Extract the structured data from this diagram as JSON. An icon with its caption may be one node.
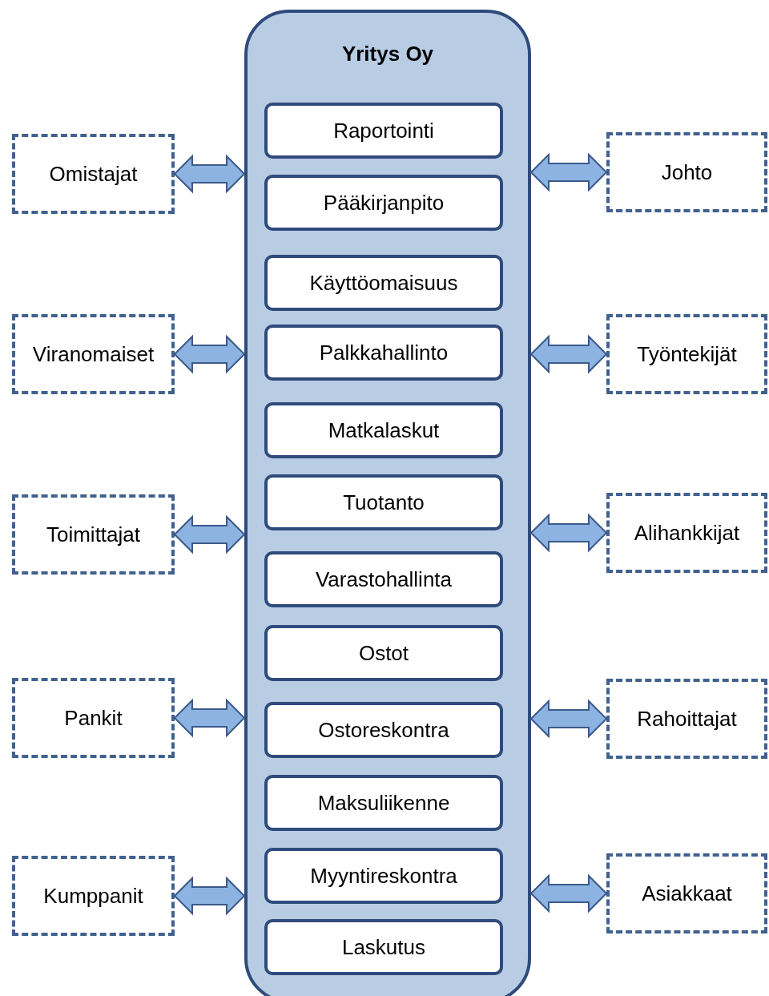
{
  "diagram": {
    "nodes": [
      {
        "text": [
          "Yritys Oy"
        ]
      },
      {
        "text": [
          "Raportointi"
        ],
        "in": 0
      },
      {
        "text": [
          "Pääkirjanpito"
        ],
        "in": 0
      },
      {
        "text": [
          "Käyttöomaisuus"
        ],
        "in": 0
      },
      {
        "text": [
          "Palkkahallinto"
        ],
        "in": 0
      },
      {
        "text": [
          "Matkalaskut"
        ],
        "in": 0
      },
      {
        "text": [
          "Tuotanto"
        ],
        "in": 0
      },
      {
        "text": [
          "Varastohallinta"
        ],
        "in": 0
      },
      {
        "text": [
          "Ostot"
        ],
        "in": 0
      },
      {
        "text": [
          "Ostoreskontra"
        ],
        "in": 0
      },
      {
        "text": [
          "Maksuliikenne"
        ],
        "in": 0
      },
      {
        "text": [
          "Myyntireskontra"
        ],
        "in": 0
      },
      {
        "text": [
          "Laskutus"
        ],
        "in": 0
      },
      {
        "text": [
          "Omistajat"
        ]
      },
      {
        "text": [
          "Johto"
        ]
      },
      {
        "text": [
          "Viranomaiset"
        ]
      },
      {
        "text": [
          "Työntekijät"
        ]
      },
      {
        "text": [
          "Toimittajat"
        ]
      },
      {
        "text": [
          "Alihankkijat"
        ]
      },
      {
        "text": [
          "Pankit"
        ]
      },
      {
        "text": [
          "Rahoittajat"
        ]
      },
      {
        "text": [
          "Kumppanit"
        ]
      },
      {
        "text": [
          "Asiakkaat"
        ]
      }
    ],
    "edges": [
      {
        "from": 13,
        "to": 0,
        "arrow": "both"
      },
      {
        "from": 0,
        "to": 14,
        "arrow": "both"
      },
      {
        "from": 15,
        "to": 0,
        "arrow": "both"
      },
      {
        "from": 0,
        "to": 16,
        "arrow": "both"
      },
      {
        "from": 17,
        "to": 0,
        "arrow": "both"
      },
      {
        "from": 0,
        "to": 18,
        "arrow": "both"
      },
      {
        "from": 19,
        "to": 0,
        "arrow": "both"
      },
      {
        "from": 0,
        "to": 20,
        "arrow": "both"
      },
      {
        "from": 21,
        "to": 0,
        "arrow": "both"
      },
      {
        "from": 0,
        "to": 22,
        "arrow": "both"
      }
    ]
  }
}
